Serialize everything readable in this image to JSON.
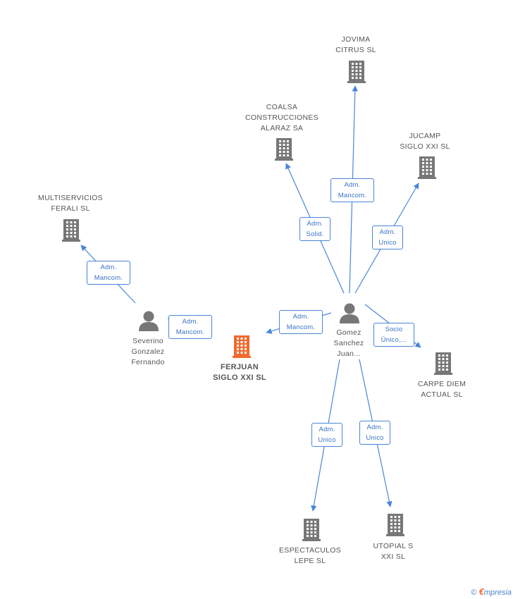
{
  "nodes": {
    "jovima": {
      "lines": [
        "JOVIMA",
        "CITRUS  SL"
      ]
    },
    "coalsa": {
      "lines": [
        "COALSA",
        "CONSTRUCCIONES",
        "ALARAZ SA"
      ]
    },
    "jucamp": {
      "lines": [
        "JUCAMP",
        "SIGLO XXI SL"
      ]
    },
    "multiservicios": {
      "lines": [
        "MULTISERVICIOS",
        "FERALI SL"
      ]
    },
    "severino": {
      "lines": [
        "Severino",
        "Gonzalez",
        "Fernando"
      ]
    },
    "ferjuan": {
      "lines": [
        "FERJUAN",
        "SIGLO XXI SL"
      ]
    },
    "gomez": {
      "lines": [
        "Gomez",
        "Sanchez",
        "Juan..."
      ]
    },
    "carpe": {
      "lines": [
        "CARPE DIEM",
        "ACTUAL SL"
      ]
    },
    "espectaculos": {
      "lines": [
        "ESPECTACULOS",
        "LEPE  SL"
      ]
    },
    "utopial": {
      "lines": [
        "UTOPIAL S",
        "XXI  SL"
      ]
    }
  },
  "edges": {
    "gomez_jovima": {
      "lines": [
        "Adm.",
        "Mancom."
      ]
    },
    "gomez_coalsa": {
      "lines": [
        "Adm.",
        "Solid."
      ]
    },
    "gomez_jucamp": {
      "lines": [
        "Adm.",
        "Unico"
      ]
    },
    "gomez_ferjuan": {
      "lines": [
        "Adm.",
        "Mancom."
      ]
    },
    "gomez_carpe": {
      "lines": [
        "Socio",
        "Único,..."
      ]
    },
    "gomez_espectaculos": {
      "lines": [
        "Adm.",
        "Unico"
      ]
    },
    "gomez_utopial": {
      "lines": [
        "Adm.",
        "Unico"
      ]
    },
    "severino_multiservicios": {
      "lines": [
        "Adm.",
        "Mancom."
      ]
    },
    "severino_ferjuan": {
      "lines": [
        "Adm.",
        "Mancom."
      ]
    }
  },
  "colors": {
    "edge": "#4a86d8",
    "company_icon": "#777777",
    "focus_icon": "#f26a2e",
    "person_icon": "#777777"
  },
  "footer": {
    "copyright": "©",
    "brand_e": "€",
    "brand_rest": "mpresia"
  }
}
